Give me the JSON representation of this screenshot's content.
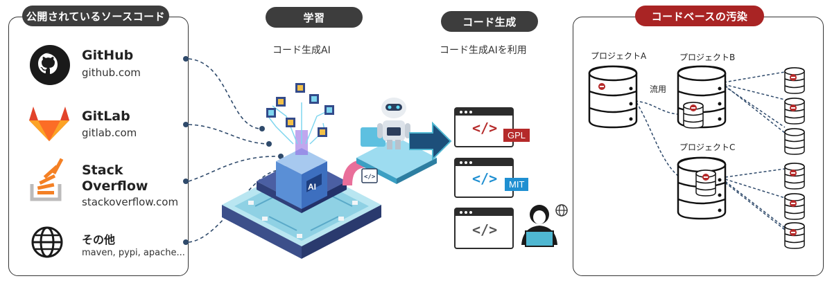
{
  "sources_panel": {
    "title": "公開されているソースコード",
    "items": [
      {
        "name": "GitHub",
        "url": "github.com",
        "icon": "github-icon"
      },
      {
        "name": "GitLab",
        "url": "gitlab.com",
        "icon": "gitlab-icon"
      },
      {
        "name_line1": "Stack",
        "name_line2": "Overflow",
        "url": "stackoverflow.com",
        "icon": "stackoverflow-icon"
      },
      {
        "name": "その他",
        "url": "maven, pypi, apache...",
        "icon": "globe-icon"
      }
    ]
  },
  "learning": {
    "title": "学習",
    "caption": "コード生成AI",
    "chip_label": "AI"
  },
  "generation": {
    "title": "コード生成",
    "caption": "コード生成AIを利用",
    "code_symbol": "</>",
    "licenses": [
      {
        "label": "GPL",
        "color": "#b52a2a"
      },
      {
        "label": "MIT",
        "color": "#1f8fd1"
      }
    ]
  },
  "contamination": {
    "title": "コードベースの汚染",
    "project_a": "プロジェクトA",
    "project_b": "プロジェクトB",
    "project_c": "プロジェクトC",
    "reuse_label": "流用"
  },
  "colors": {
    "dark_pill": "#3d3d3d",
    "red_pill": "#a92424",
    "gitlab_orange": "#e2432a",
    "stackoverflow_orange": "#f48024",
    "accent_teal": "#4fb7d1",
    "arrow_navy": "#1d4f7a"
  }
}
